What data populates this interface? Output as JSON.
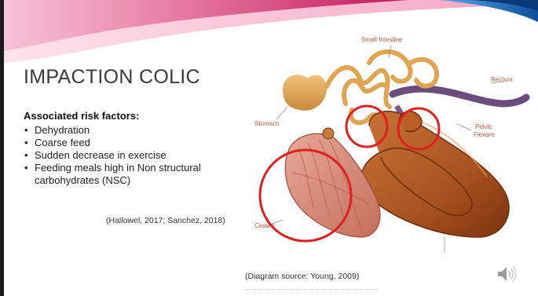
{
  "slide": {
    "title": "IMPACTION COLIC",
    "risk_heading": "Associated risk factors:",
    "risk_factors": [
      "Dehydration",
      "Coarse feed",
      "Sudden decrease in exercise",
      "Feeding meals high in Non structural carbohydrates (NSC)"
    ],
    "citation": "(Hallowel, 2017; Sanchez, 2018)",
    "diagram_source": "(Diagram source: Young, 2009)"
  },
  "diagram": {
    "labels": {
      "small_intestine": "Small Intestine",
      "rectum": "Rectum",
      "stomach": "Stomach",
      "pelvic": "Pelvic",
      "flexure": "Flexure",
      "cecum": "Cecum"
    },
    "highlight_color": "#e02020"
  },
  "icons": {
    "audio": "speaker-icon"
  },
  "theme": {
    "banner_magenta": "#c2185b",
    "banner_pink": "#f48fb1",
    "banner_blue": "#1a73c9"
  }
}
